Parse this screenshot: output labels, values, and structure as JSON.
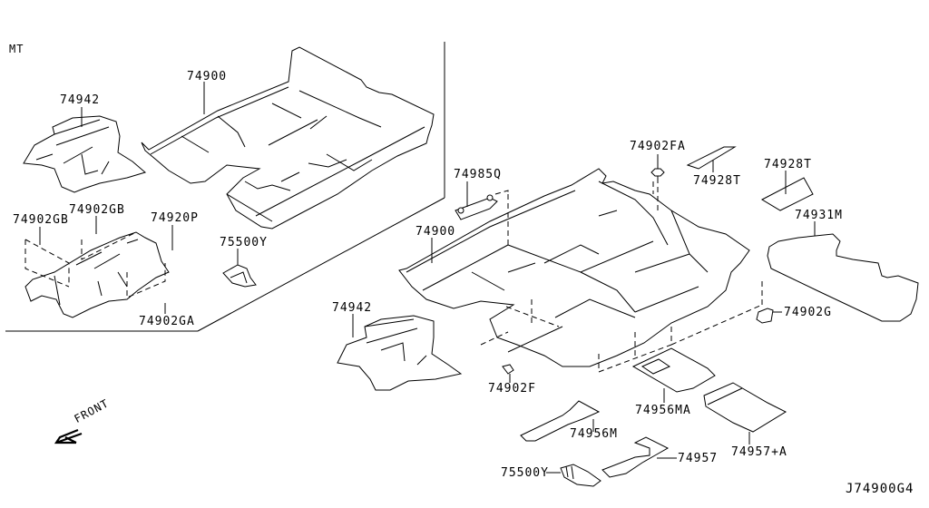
{
  "diagram": {
    "section_label": "MT",
    "diagram_code": "J74900G4",
    "front_label": "FRONT",
    "callouts": {
      "mt_carpet": "74900",
      "mt_insulator": "74942",
      "mt_clip_gb_left": "74902GB",
      "mt_clip_gb_mid": "74902GB",
      "mt_console_insulator": "74920P",
      "mt_clip_ga": "74902GA",
      "mt_pad": "75500Y",
      "main_carpet": "74900",
      "hook": "74985Q",
      "clip_fa": "74902FA",
      "strip_front": "74928T",
      "strip_rear": "74928T",
      "rear_mat": "74931M",
      "clip_g": "74902G",
      "main_insulator": "74942",
      "clip_f": "74902F",
      "spacer_ma": "74956MA",
      "spacer_m": "74956M",
      "spacer_plus_a": "74957+A",
      "spacer": "74957",
      "pad": "75500Y"
    }
  }
}
